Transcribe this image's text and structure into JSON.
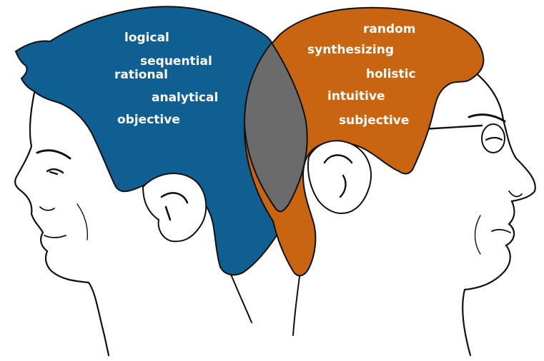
{
  "colors": {
    "left_brain": "#0f5f92",
    "right_brain": "#c96410",
    "overlap": "#6b6b6b",
    "outline": "#111111",
    "text": "#ffffff"
  },
  "left_hemisphere": {
    "traits": [
      "logical",
      "sequential",
      "rational",
      "analytical",
      "objective"
    ]
  },
  "right_hemisphere": {
    "traits": [
      "random",
      "synthesizing",
      "holistic",
      "intuitive",
      "subjective"
    ]
  }
}
